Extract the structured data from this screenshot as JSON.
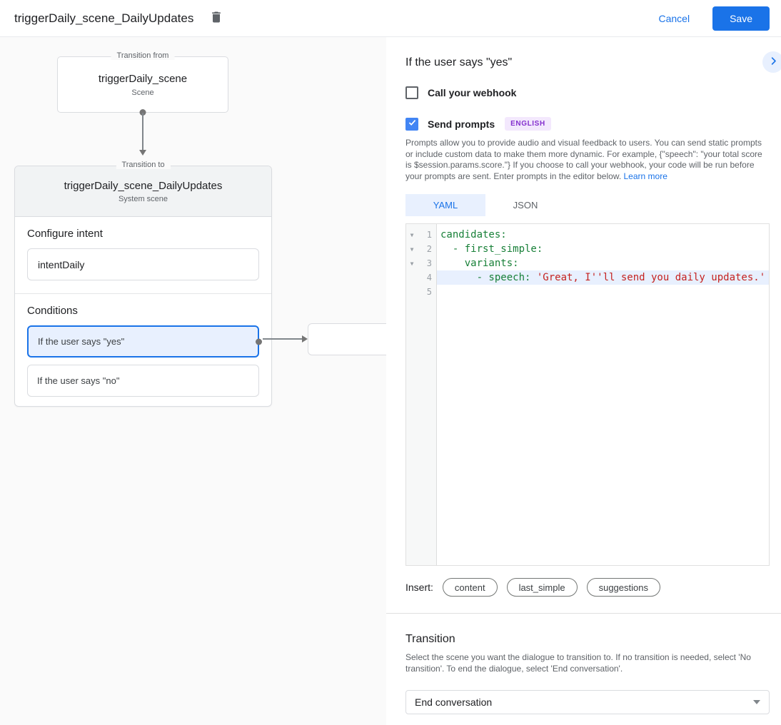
{
  "topbar": {
    "title": "triggerDaily_scene_DailyUpdates",
    "cancel_label": "Cancel",
    "save_label": "Save"
  },
  "canvas": {
    "transition_from": {
      "label": "Transition from",
      "scene_name": "triggerDaily_scene",
      "scene_type": "Scene"
    },
    "transition_to": {
      "label": "Transition to",
      "scene_name": "triggerDaily_scene_DailyUpdates",
      "scene_type": "System scene"
    },
    "configure_intent": {
      "label": "Configure intent",
      "intent_name": "intentDaily"
    },
    "conditions": {
      "label": "Conditions",
      "items": [
        "If the user says \"yes\"",
        "If the user says \"no\""
      ]
    }
  },
  "panel": {
    "title": "If the user says \"yes\"",
    "webhook_checkbox": {
      "label": "Call your webhook",
      "checked": false
    },
    "prompts_checkbox": {
      "label": "Send prompts",
      "checked": true,
      "language_badge": "ENGLISH"
    },
    "description": "Prompts allow you to provide audio and visual feedback to users. You can send static prompts or include custom data to make them more dynamic. For example, {\"speech\": \"your total score is $session.params.score.\"} If you choose to call your webhook, your code will be run before your prompts are sent. Enter prompts in the editor below.",
    "learn_more_label": "Learn more",
    "tabs": [
      {
        "label": "YAML",
        "active": true
      },
      {
        "label": "JSON",
        "active": false
      }
    ],
    "editor": {
      "lines": [
        {
          "num": "1",
          "fold": true,
          "active": false,
          "segments": [
            {
              "c": "key",
              "t": "candidates:"
            }
          ]
        },
        {
          "num": "2",
          "fold": true,
          "active": false,
          "segments": [
            {
              "c": "key",
              "t": "  - first_simple:"
            }
          ]
        },
        {
          "num": "3",
          "fold": true,
          "active": false,
          "segments": [
            {
              "c": "key",
              "t": "    variants:"
            }
          ]
        },
        {
          "num": "4",
          "fold": false,
          "active": true,
          "segments": [
            {
              "c": "key",
              "t": "      - speech: "
            },
            {
              "c": "str",
              "t": "'Great, I''ll send you daily updates.'"
            }
          ]
        },
        {
          "num": "5",
          "fold": false,
          "active": false,
          "segments": []
        }
      ]
    },
    "insert": {
      "label": "Insert:",
      "chips": [
        "content",
        "last_simple",
        "suggestions"
      ]
    },
    "transition": {
      "title": "Transition",
      "description": "Select the scene you want the dialogue to transition to. If no transition is needed, select 'No transition'. To end the dialogue, select 'End conversation'.",
      "selected_value": "End conversation"
    }
  },
  "colors": {
    "accent_blue": "#1a73e8",
    "checkbox_blue": "#4285f4",
    "selection_bg": "#e8f0fe",
    "badge_bg": "#f3e8fd",
    "badge_text": "#8430ce",
    "code_key_green": "#188038",
    "code_string_red": "#c5221f",
    "canvas_bg": "#fafafa"
  }
}
